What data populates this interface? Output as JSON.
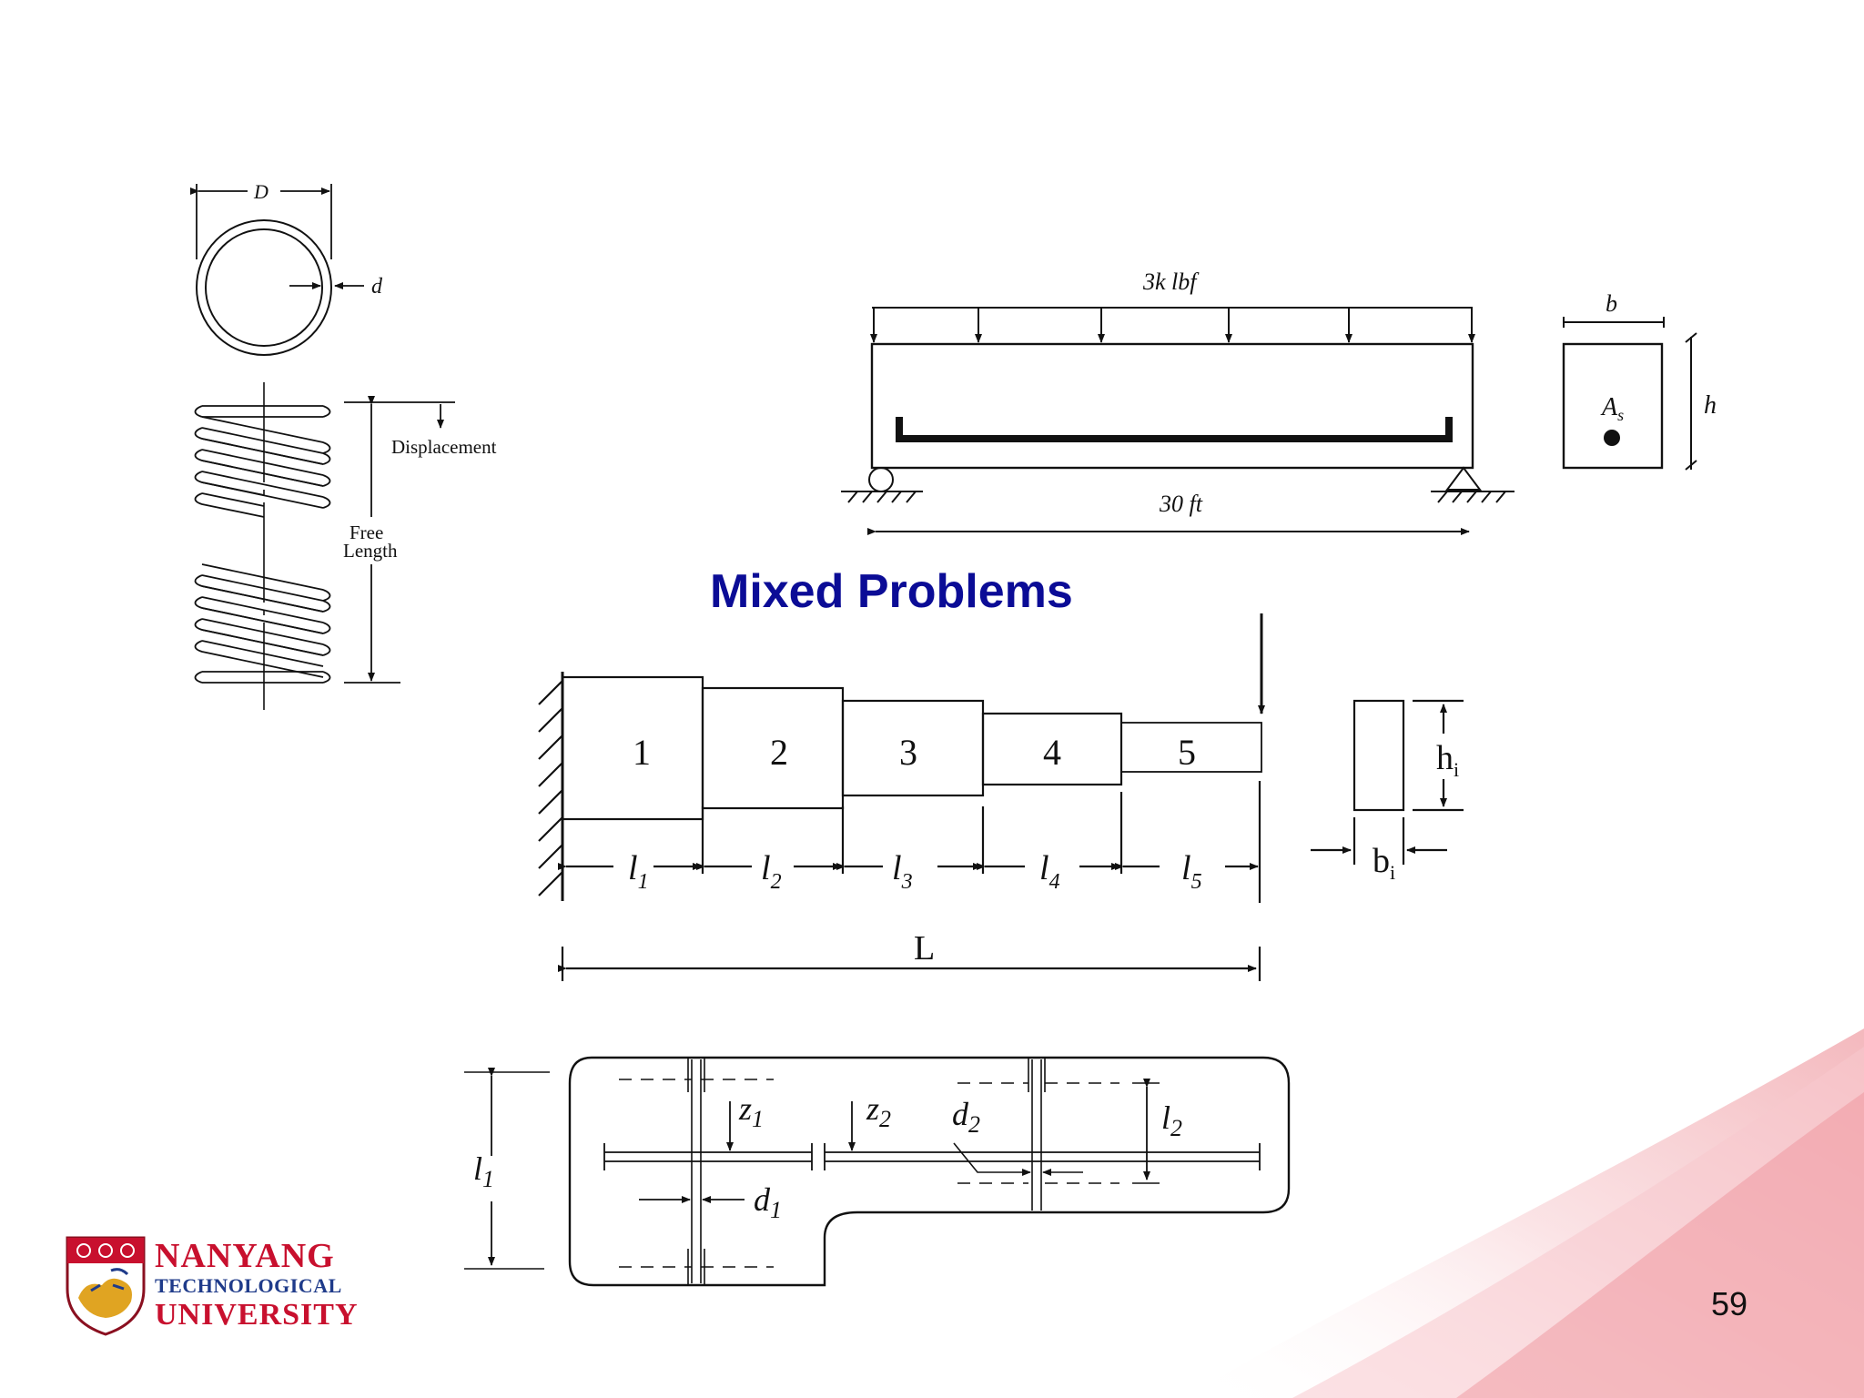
{
  "slide": {
    "title": "Mixed Problems",
    "page_number": "59",
    "title_color": "#0b0c96",
    "accent_color": "#e8707a"
  },
  "logo": {
    "line1": "NANYANG",
    "line2": "TECHNOLOGICAL",
    "line3": "UNIVERSITY",
    "icon": "crest-icon",
    "colors": {
      "red": "#c8102e",
      "blue": "#1f3b8a",
      "gold": "#e0a422"
    }
  },
  "spring_diagram": {
    "outer_diameter_label": "D",
    "wire_diameter_label": "d",
    "displacement_label": "Displacement",
    "free_length_label_1": "Free",
    "free_length_label_2": "Length"
  },
  "beam_diagram": {
    "load_label": "3k lbf",
    "span_label": "30 ft",
    "width_label": "b",
    "height_label": "h",
    "steel_area_label": "A",
    "steel_area_sub": "s"
  },
  "stepped_beam": {
    "segments": [
      "1",
      "2",
      "3",
      "4",
      "5"
    ],
    "length_labels": [
      {
        "main": "l",
        "sub": "1"
      },
      {
        "main": "l",
        "sub": "2"
      },
      {
        "main": "l",
        "sub": "3"
      },
      {
        "main": "l",
        "sub": "4"
      },
      {
        "main": "l",
        "sub": "5"
      }
    ],
    "total_length_label": "L",
    "height_label": "h",
    "height_sub": "i",
    "width_label": "b",
    "width_sub": "i"
  },
  "shaft_diagram": {
    "l1": "l",
    "l1_sub": "1",
    "l2": "l",
    "l2_sub": "2",
    "z1": "z",
    "z1_sub": "1",
    "z2": "z",
    "z2_sub": "2",
    "d1": "d",
    "d1_sub": "1",
    "d2": "d",
    "d2_sub": "2"
  }
}
